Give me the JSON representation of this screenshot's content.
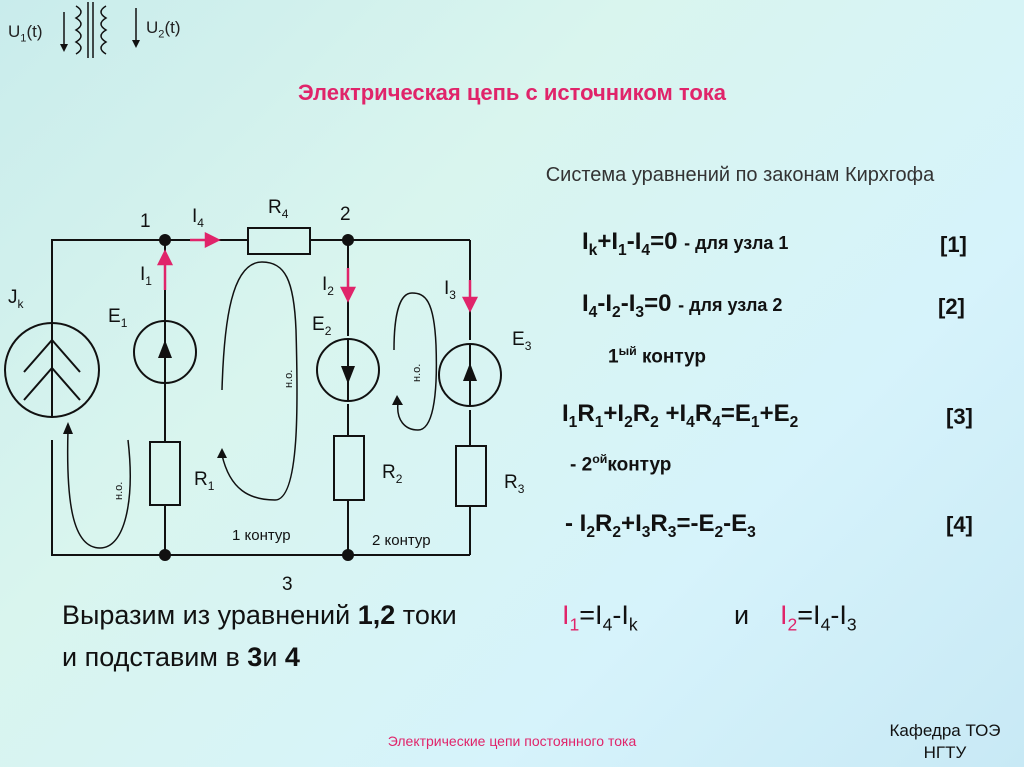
{
  "header_symbol": {
    "u1": "U",
    "u1_sub": "1",
    "u1_tail": "(t)",
    "u2": "U",
    "u2_sub": "2",
    "u2_tail": "(t)"
  },
  "title": "Электрическая цепь с источником тока",
  "system_heading": "Система уравнений по законам Кирхгофа",
  "equations": [
    {
      "text": "Ik+I1-I4=0 - для узла 1",
      "number": "[1]"
    },
    {
      "text": "I4-I2-I3=0 - для узла 2",
      "number": "[2]"
    },
    {
      "text": "I1R1+I2R2 +I4R4=E1+E2",
      "number": "[3]"
    },
    {
      "text": "- I2R2+I3R3=-E2-E3",
      "number": "[4]"
    }
  ],
  "contour_labels": {
    "first_sup": "ый",
    "first_word": "контур",
    "first_num": "1",
    "second_prefix": "- 2",
    "second_sup": "ой",
    "second_word": "контур"
  },
  "circuit": {
    "nodes": [
      "1",
      "2",
      "3"
    ],
    "source_current": "J",
    "source_current_sub": "k",
    "emfs": [
      {
        "name": "E",
        "sub": "1"
      },
      {
        "name": "E",
        "sub": "2"
      },
      {
        "name": "E",
        "sub": "3"
      }
    ],
    "resistors": [
      {
        "name": "R",
        "sub": "1"
      },
      {
        "name": "R",
        "sub": "2"
      },
      {
        "name": "R",
        "sub": "3"
      },
      {
        "name": "R",
        "sub": "4"
      }
    ],
    "currents": [
      {
        "name": "I",
        "sub": "1"
      },
      {
        "name": "I",
        "sub": "2"
      },
      {
        "name": "I",
        "sub": "3"
      },
      {
        "name": "I",
        "sub": "4"
      }
    ],
    "loop_direction_label": "н.о.",
    "loop1_label": "1 контур",
    "loop2_label": "2 контур"
  },
  "bottom": {
    "line1_prefix": "Выразим из уравнений ",
    "line1_bold": "1,2",
    "line1_mid": " токи ",
    "expr1": "I1=I4-Ik",
    "conj": "и",
    "expr2": "I2=I4-I3",
    "line2_prefix": "и подставим в ",
    "line2_b1": "3",
    "line2_mid": "и ",
    "line2_b2": "4"
  },
  "footer": "Электрические цепи постоянного тока",
  "department": "Кафедра ТОЭ НГТУ",
  "colors": {
    "accent": "#e0246a",
    "wire": "#111111"
  }
}
